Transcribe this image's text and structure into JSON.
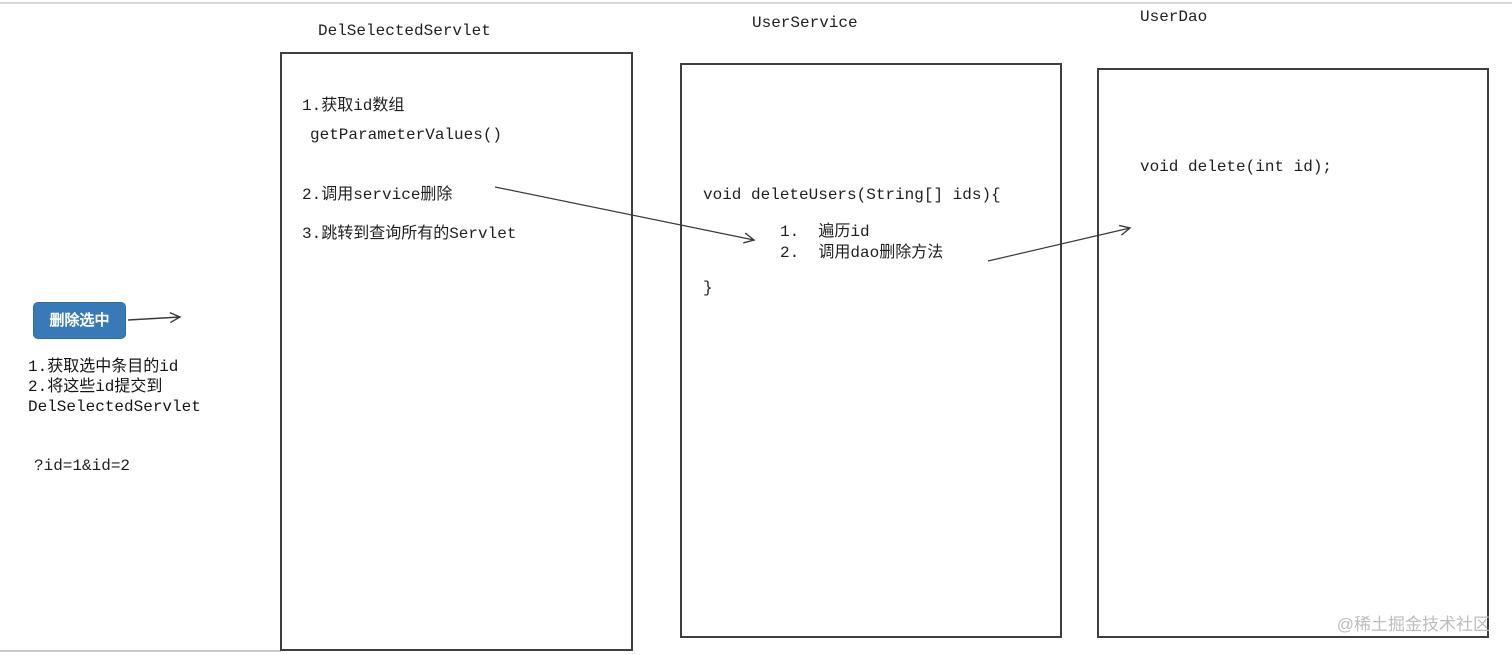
{
  "colors": {
    "background": "#ffffff",
    "box_border": "#3e3e3e",
    "text": "#1f1f1f",
    "button_bg": "#387ab8",
    "button_text": "#ffffff",
    "arrow": "#3a3a3a",
    "top_divider": "#d9d9d9",
    "watermark": "#bdbdbd"
  },
  "left_panel": {
    "button_label": "删除选中",
    "notes": [
      "1.获取选中条目的id",
      "2.将这些id提交到",
      "DelSelectedServlet"
    ],
    "query_string": "?id=1&id=2"
  },
  "boxes": [
    {
      "title": "DelSelectedServlet",
      "lines": [
        "1.获取id数组",
        "getParameterValues()",
        "2.调用service删除",
        "3.跳转到查询所有的Servlet"
      ]
    },
    {
      "title": "UserService",
      "lines": [
        "void deleteUsers(String[] ids){",
        "1.  遍历id",
        "2.  调用dao删除方法",
        "}"
      ]
    },
    {
      "title": "UserDao",
      "lines": [
        "void delete(int id);"
      ]
    }
  ],
  "arrows": [
    {
      "name": "button-to-delselectedservlet"
    },
    {
      "name": "servlet-step2-to-service-method"
    },
    {
      "name": "service-step2-to-dao-method"
    }
  ],
  "watermark": "@稀土掘金技术社区"
}
